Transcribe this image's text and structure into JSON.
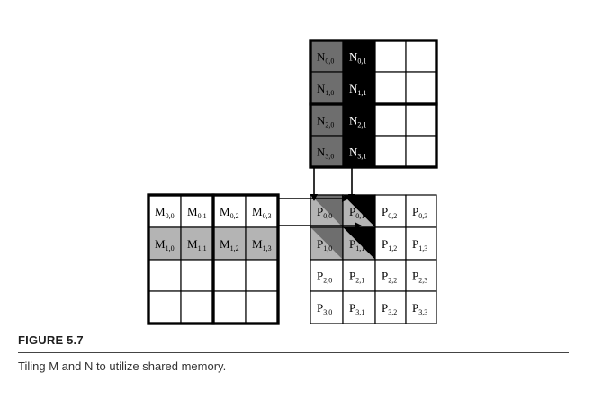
{
  "figure": {
    "label": "FIGURE 5.7",
    "caption": "Tiling M and N to utilize shared memory."
  },
  "matrices": {
    "N": {
      "rows": [
        [
          {
            "main": "N",
            "sub": "0,0"
          },
          {
            "main": "N",
            "sub": "0,1"
          },
          {
            "main": "",
            "sub": ""
          },
          {
            "main": "",
            "sub": ""
          }
        ],
        [
          {
            "main": "N",
            "sub": "1,0"
          },
          {
            "main": "N",
            "sub": "1,1"
          },
          {
            "main": "",
            "sub": ""
          },
          {
            "main": "",
            "sub": ""
          }
        ],
        [
          {
            "main": "N",
            "sub": "2,0"
          },
          {
            "main": "N",
            "sub": "2,1"
          },
          {
            "main": "",
            "sub": ""
          },
          {
            "main": "",
            "sub": ""
          }
        ],
        [
          {
            "main": "N",
            "sub": "3,0"
          },
          {
            "main": "N",
            "sub": "3,1"
          },
          {
            "main": "",
            "sub": ""
          },
          {
            "main": "",
            "sub": ""
          }
        ]
      ]
    },
    "M": {
      "rows": [
        [
          {
            "main": "M",
            "sub": "0,0"
          },
          {
            "main": "M",
            "sub": "0,1"
          },
          {
            "main": "M",
            "sub": "0,2"
          },
          {
            "main": "M",
            "sub": "0,3"
          }
        ],
        [
          {
            "main": "M",
            "sub": "1,0"
          },
          {
            "main": "M",
            "sub": "1,1"
          },
          {
            "main": "M",
            "sub": "1,2"
          },
          {
            "main": "M",
            "sub": "1,3"
          }
        ],
        [
          {
            "main": "",
            "sub": ""
          },
          {
            "main": "",
            "sub": ""
          },
          {
            "main": "",
            "sub": ""
          },
          {
            "main": "",
            "sub": ""
          }
        ],
        [
          {
            "main": "",
            "sub": ""
          },
          {
            "main": "",
            "sub": ""
          },
          {
            "main": "",
            "sub": ""
          },
          {
            "main": "",
            "sub": ""
          }
        ]
      ]
    },
    "P": {
      "rows": [
        [
          {
            "main": "P",
            "sub": "0,0"
          },
          {
            "main": "P",
            "sub": "0,1"
          },
          {
            "main": "P",
            "sub": "0,2"
          },
          {
            "main": "P",
            "sub": "0,3"
          }
        ],
        [
          {
            "main": "P",
            "sub": "1,0"
          },
          {
            "main": "P",
            "sub": "1,1"
          },
          {
            "main": "P",
            "sub": "1,2"
          },
          {
            "main": "P",
            "sub": "1,3"
          }
        ],
        [
          {
            "main": "P",
            "sub": "2,0"
          },
          {
            "main": "P",
            "sub": "2,1"
          },
          {
            "main": "P",
            "sub": "2,2"
          },
          {
            "main": "P",
            "sub": "2,3"
          }
        ],
        [
          {
            "main": "P",
            "sub": "3,0"
          },
          {
            "main": "P",
            "sub": "3,1"
          },
          {
            "main": "P",
            "sub": "3,2"
          },
          {
            "main": "P",
            "sub": "3,3"
          }
        ]
      ]
    }
  },
  "colors": {
    "black": "#000000",
    "dark_gray": "#6e6e6e",
    "light_gray": "#b4b4b4",
    "white": "#ffffff"
  }
}
